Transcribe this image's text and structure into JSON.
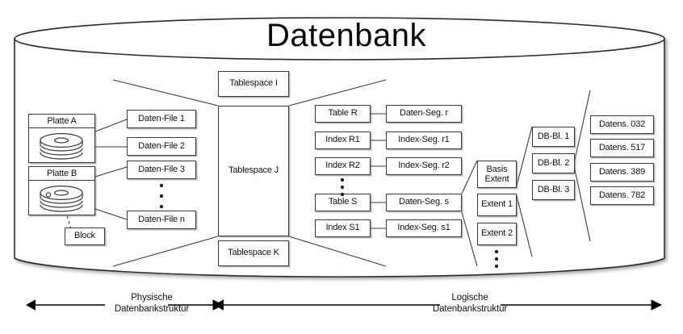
{
  "diagram": {
    "title": "Datenbank",
    "physical": {
      "disks": [
        {
          "label": "Platte A",
          "icon": "disk-stack-icon"
        },
        {
          "label": "Platte B",
          "icon": "disk-stack-icon"
        }
      ],
      "block": "Block",
      "data_files": [
        "Daten-File 1",
        "Daten-File 2",
        "Daten-File 3",
        "Daten-File n"
      ],
      "data_files_ellipsis": "vertical-ellipsis"
    },
    "tablespaces": [
      "Tablespace I",
      "Tablespace J",
      "Tablespace K"
    ],
    "logical": {
      "objects": [
        "Table R",
        "Index R1",
        "Index R2",
        "Table S",
        "Index S1"
      ],
      "objects_ellipsis": "vertical-ellipsis",
      "segments": [
        "Daten-Seg. r",
        "Index-Seg. r1",
        "Index-Seg. r2",
        "Daten-Seg. s",
        "Index-Seg. s1"
      ],
      "extents": [
        "Basis Extent",
        "Extent 1",
        "Extent 2"
      ],
      "extent_basis_line1": "Basis",
      "extent_basis_line2": "Extent",
      "extents_ellipsis": "vertical-ellipsis",
      "blocks": [
        "DB-Bl. 1",
        "DB-Bl. 2",
        "DB-Bl. 3"
      ],
      "records": [
        "Datens. 032",
        "Datens. 517",
        "Datens. 389",
        "Datens. 782"
      ]
    },
    "axes": [
      {
        "line1": "Physische",
        "line2": "Datenbankstruktur"
      },
      {
        "line1": "Logische",
        "line2": "Datenbankstruktur"
      }
    ],
    "colors": {
      "stroke": "#3a3a3a",
      "text": "#111111",
      "background": "#ffffff"
    }
  }
}
